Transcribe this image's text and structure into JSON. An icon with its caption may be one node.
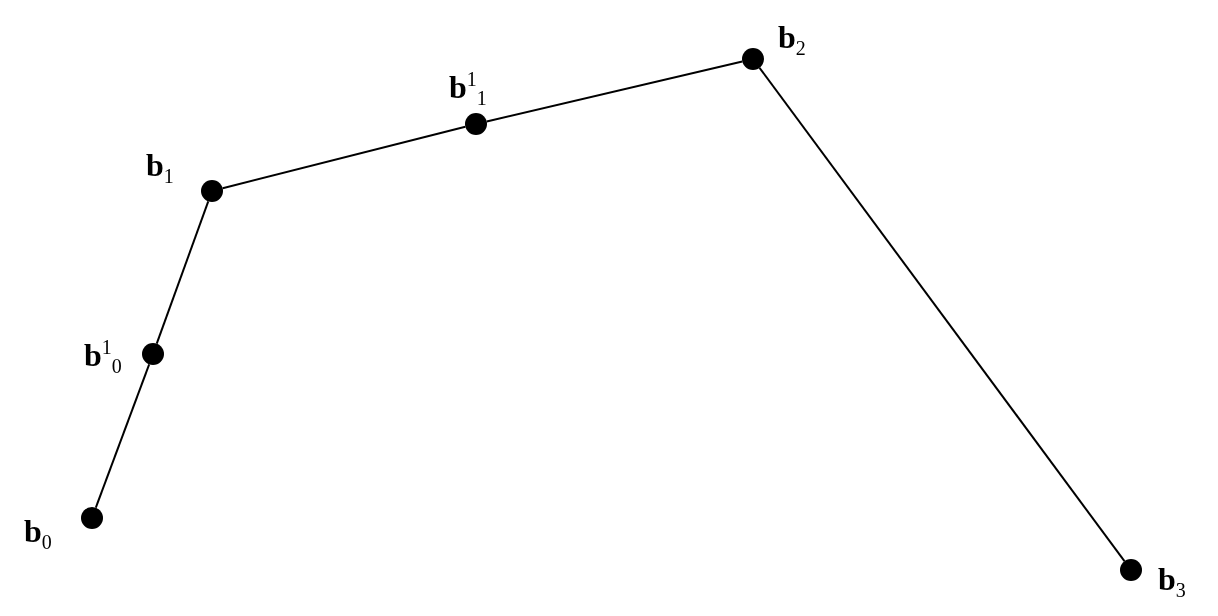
{
  "diagram": {
    "nodes": [
      {
        "text": [
          "**b**$_{0}$"
        ]
      },
      {
        "text": [
          "**b**$^{1}$$_{0}$"
        ]
      },
      {
        "text": [
          "**b**$_{1}$"
        ]
      },
      {
        "text": [
          "**b**$^{1}$$_{1}$"
        ]
      },
      {
        "text": [
          "**b**$_{2}$"
        ]
      },
      {
        "text": [
          "**b**$_{3}$"
        ]
      }
    ],
    "edges": [
      {
        "from": 0,
        "to": 1,
        "arrow": "none"
      },
      {
        "from": 1,
        "to": 2,
        "arrow": "none"
      },
      {
        "from": 2,
        "to": 3,
        "arrow": "none"
      },
      {
        "from": 3,
        "to": 4,
        "arrow": "none"
      },
      {
        "from": 4,
        "to": 5,
        "arrow": "none"
      }
    ]
  }
}
